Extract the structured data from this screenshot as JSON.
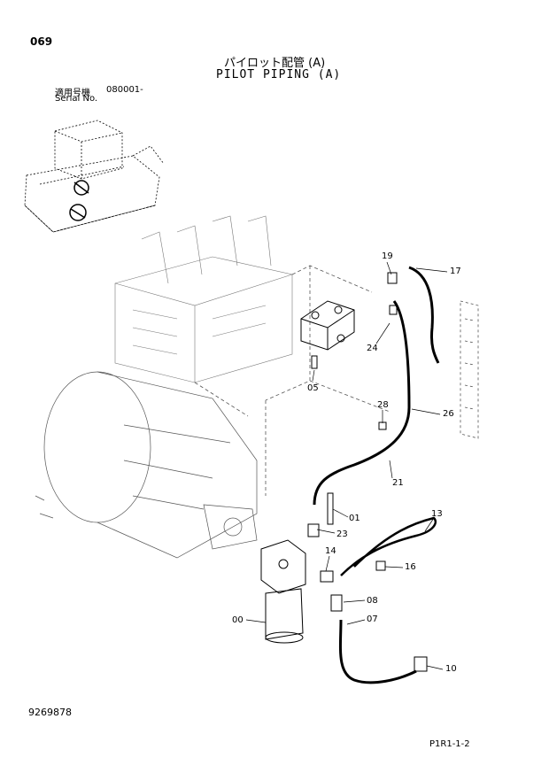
{
  "header": {
    "page_number": "069",
    "title_jp": "パイロット配管 (A)",
    "title_en": "PILOT PIPING (A)",
    "serial_label_jp": "適用号機",
    "serial_value": "080001-",
    "serial_label_en": "Serial No."
  },
  "callouts": [
    "19",
    "17",
    "24",
    "05",
    "28",
    "26",
    "21",
    "01",
    "13",
    "23",
    "14",
    "16",
    "08",
    "00",
    "07",
    "10"
  ],
  "footer": {
    "document_number": "9269878",
    "page_code": "P1R1-1-2"
  }
}
